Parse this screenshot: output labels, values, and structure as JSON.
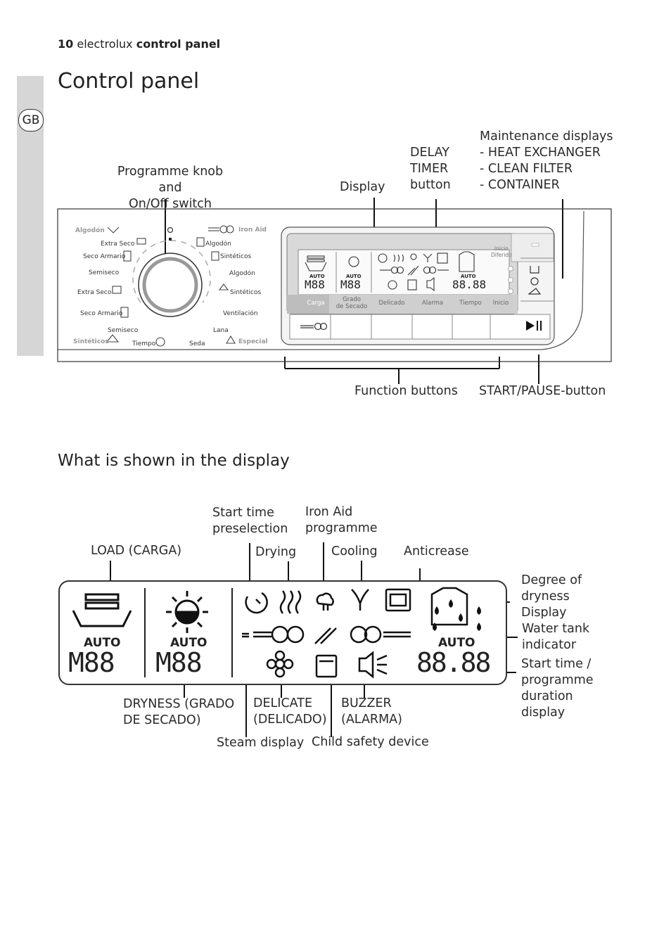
{
  "header": {
    "page_number": "10",
    "brand": "electrolux",
    "section": "control panel"
  },
  "side_tab": {
    "language": "GB"
  },
  "title": "Control panel",
  "panel_callouts": {
    "knob": "Programme knob and\nOn/Off switch",
    "display": "Display",
    "delay": "DELAY\nTIMER\nbutton",
    "maintenance": "Maintenance displays\n- HEAT EXCHANGER\n- CLEAN FILTER\n- CONTAINER",
    "function": "Function buttons",
    "start": "START/PAUSE-button"
  },
  "dial": {
    "algodon_top": "Algodón",
    "iron_aid": "Iron Aid",
    "left": [
      "Extra Seco",
      "Seco Armario",
      "Semiseco",
      "Extra Seco",
      "Seco Armario",
      "Semiseco"
    ],
    "right": [
      "Algodón",
      "Sintéticos",
      "Algodón",
      "Sintéticos",
      "Ventilación",
      "Lana"
    ],
    "sinteticos_bottom": "Sintéticos",
    "tiempo": "Tiempo",
    "seda": "Seda",
    "especial": "Especial"
  },
  "panel_display": {
    "auto": "AUTO",
    "digits": "M88",
    "time": "88.88",
    "inicio_diferido": "Inicio\nDiferido",
    "buttons": [
      "Carga",
      "Grado\nde Secado",
      "Delicado",
      "Alarma",
      "Tiempo",
      "Inicio"
    ]
  },
  "subtitle": "What is shown in the display",
  "display_callouts": {
    "start_time": "Start time\npreselection",
    "iron_aid": "Iron Aid\nprogramme",
    "load": "LOAD (CARGA)",
    "drying": "Drying",
    "cooling": "Cooling",
    "anticrease": "Anticrease",
    "degree": "Degree of\ndryness\nDisplay",
    "water_tank": "Water tank\nindicator",
    "start_time_display": "Start time /\nprogramme\nduration\ndisplay",
    "dryness": "DRYNESS (GRADO\nDE SECADO)",
    "delicate": "DELICATE\n(DELICADO)",
    "buzzer": "BUZZER\n(ALARMA)",
    "steam": "Steam display",
    "child": "Child safety device"
  },
  "big_display": {
    "auto": "AUTO",
    "digits": "M88",
    "time": "88.88"
  }
}
